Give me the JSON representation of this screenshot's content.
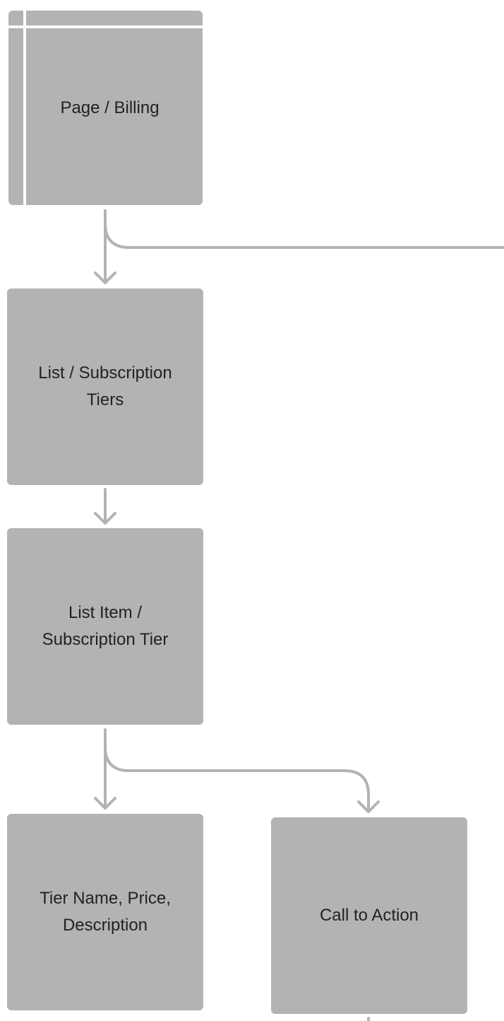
{
  "nodes": {
    "page_billing": "Page / Billing",
    "list_subscription_tiers": "List / Subscription Tiers",
    "list_item_subscription_tier": "List Item / Subscription Tier",
    "tier_details": "Tier Name, Price, Description",
    "call_to_action": "Call to Action"
  },
  "colors": {
    "node_fill": "#b3b3b3",
    "connector": "#b3b3b3",
    "text": "#222222",
    "background": "#ffffff"
  }
}
